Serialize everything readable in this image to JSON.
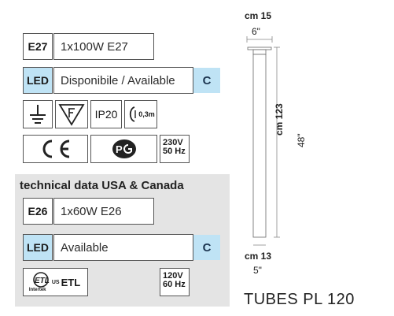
{
  "specs": {
    "socket": {
      "code": "E27",
      "value": "1x100W E27"
    },
    "led": {
      "code": "LED",
      "value": "Disponibile / Available",
      "class_badge": "C"
    },
    "ip_rating": "IP20",
    "distance": "0,3m",
    "voltage": {
      "line1": "230V",
      "line2": "50 Hz"
    }
  },
  "usa": {
    "title": "technical data USA & Canada",
    "socket": {
      "code": "E26",
      "value": "1x60W E26"
    },
    "led": {
      "code": "LED",
      "value": "Available",
      "class_badge": "C"
    },
    "cert": {
      "us_mark": "US",
      "intertek": "Intertek",
      "etl": "ETL"
    },
    "voltage": {
      "line1": "120V",
      "line2": "60 Hz"
    }
  },
  "drawing": {
    "top_cm": "cm 15",
    "top_in": "6\"",
    "height_cm": "cm 123",
    "height_in": "48\"",
    "bottom_cm": "cm 13",
    "bottom_in": "5\""
  },
  "product_name": "TUBES PL 120",
  "colors": {
    "led_blue": "#bfe3f5",
    "panel_grey": "#e4e4e4"
  }
}
